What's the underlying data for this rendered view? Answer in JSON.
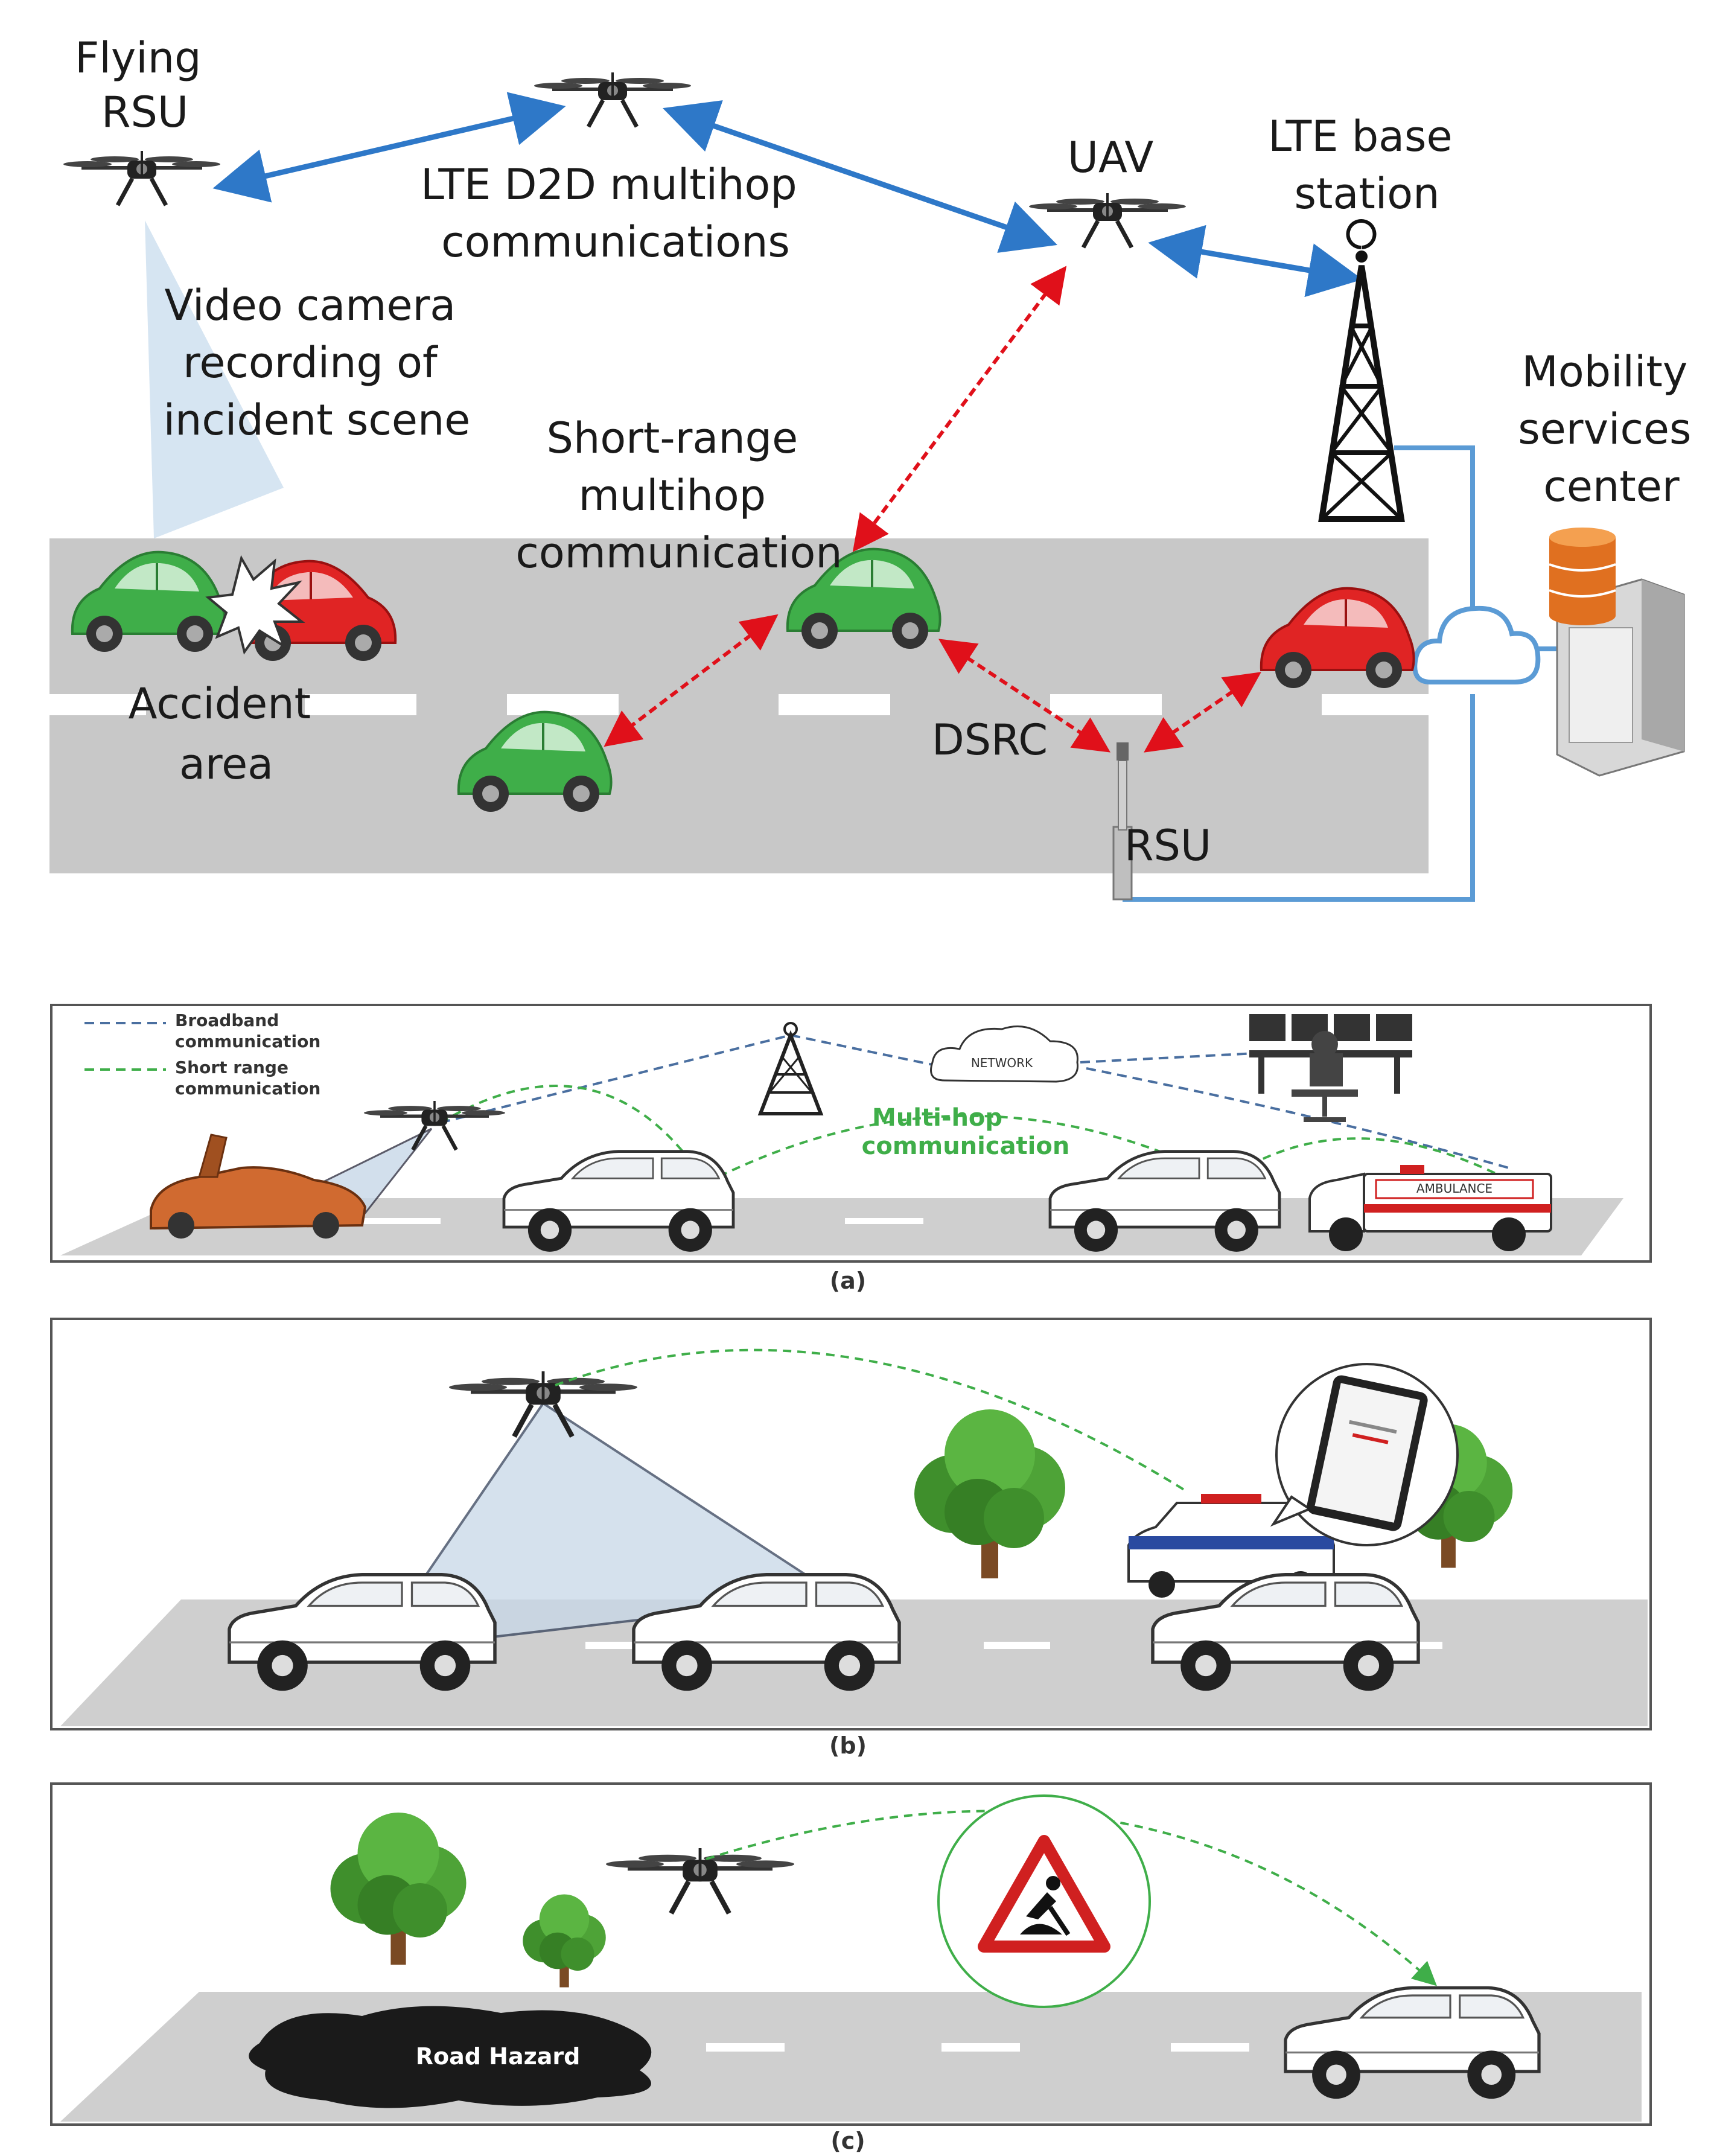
{
  "top_diagram": {
    "labels": {
      "flying_rsu": [
        "Flying",
        "RSU"
      ],
      "lte_d2d": [
        "LTE D2D multihop",
        "communications"
      ],
      "uav": "UAV",
      "lte_base": [
        "LTE base",
        "station"
      ],
      "video_camera": [
        "Video camera",
        "recording of",
        "incident scene"
      ],
      "short_range": [
        "Short-range",
        "multihop",
        "communication"
      ],
      "mobility": [
        "Mobility",
        "services",
        "center"
      ],
      "accident": [
        "Accident",
        "area"
      ],
      "dsrc": "DSRC",
      "rsu": "RSU"
    },
    "colors": {
      "road": "#c8c8c8",
      "green_car": "#3fae49",
      "red_car": "#e02424",
      "blue_link": "#2e78c8",
      "red_link": "#e0101a"
    }
  },
  "panel_a": {
    "legend": [
      "Broadband",
      "communication",
      "Short range",
      "communication"
    ],
    "multihop": [
      "Multi-hop",
      "communication"
    ],
    "network": "NETWORK",
    "ambulance": "AMBULANCE",
    "caption": "(a)"
  },
  "panel_b": {
    "caption": "(b)"
  },
  "panel_c": {
    "hazard": "Road Hazard",
    "caption": "(c)"
  }
}
